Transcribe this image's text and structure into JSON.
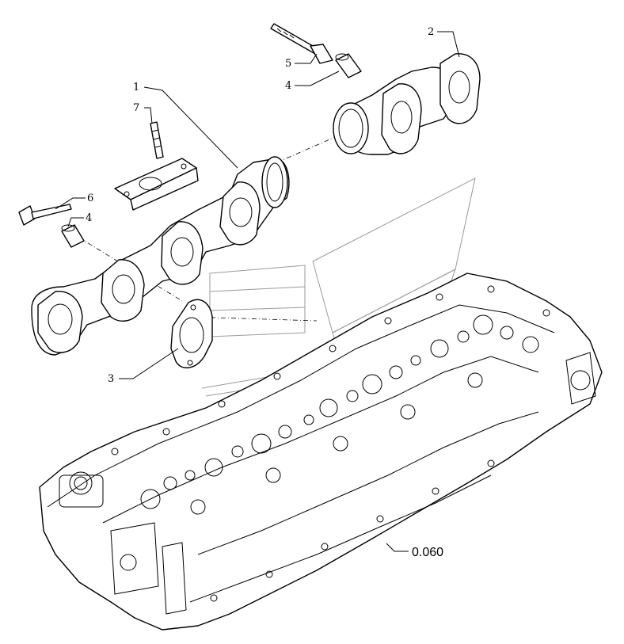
{
  "callouts": {
    "c1": "1",
    "c2": "2",
    "c3": "3",
    "c4a": "4",
    "c4b": "4",
    "c5": "5",
    "c6": "6",
    "c7": "7"
  },
  "reference": "0.060"
}
